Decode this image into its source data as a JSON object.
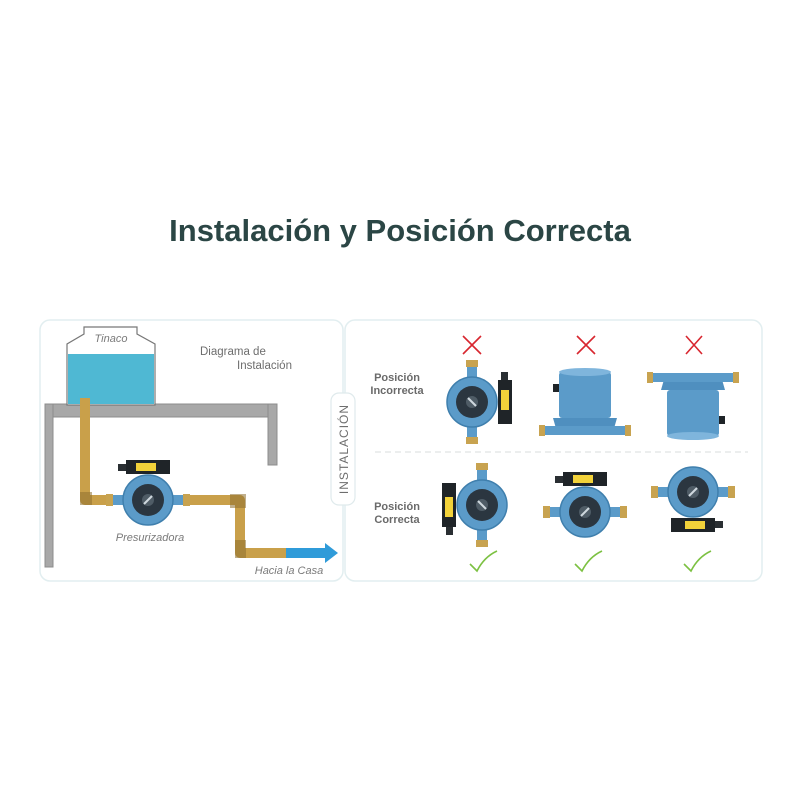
{
  "title": "Instalación y Posición Correcta",
  "tab_label": "INSTALACIÓN",
  "diagram": {
    "tank_label": "Tinaco",
    "heading_line1": "Diagrama de",
    "heading_line2": "Instalación",
    "pump_label": "Presurizadora",
    "outlet_label": "Hacia la Casa"
  },
  "positions": {
    "incorrect_line1": "Posición",
    "incorrect_line2": "Incorrecta",
    "correct_line1": "Posición",
    "correct_line2": "Correcta",
    "incorrect_mark_icon": "red-x-icon",
    "correct_mark_icon": "green-check-icon"
  },
  "colors": {
    "title": "#2b4645",
    "water": "#4fb8d3",
    "pipe": "#c9a04a",
    "arrow": "#2f9bd9",
    "pump": "#5b9bc9",
    "incorrect": "#d8262f",
    "correct": "#7cc142"
  }
}
